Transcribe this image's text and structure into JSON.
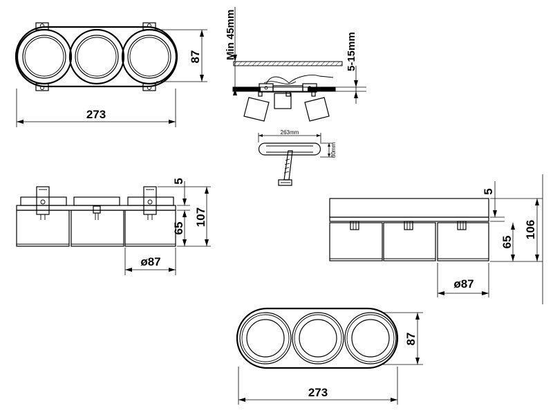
{
  "top_view_upper": {
    "width_label": "273",
    "height_label": "87"
  },
  "install_view": {
    "ceiling_min_label": "Min 45mm",
    "panel_range_label": "5-15mm"
  },
  "spring_view": {
    "length_label": "263mm",
    "height_label": "80mm"
  },
  "front_view": {
    "top_label": "5",
    "overall_label": "107",
    "lamp_label": "65",
    "diameter_label": "ø87"
  },
  "side_view": {
    "top_label": "5",
    "overall_label": "106",
    "lamp_label": "65",
    "diameter_label": "ø87"
  },
  "top_view_lower": {
    "width_label": "273",
    "height_label": "87"
  }
}
